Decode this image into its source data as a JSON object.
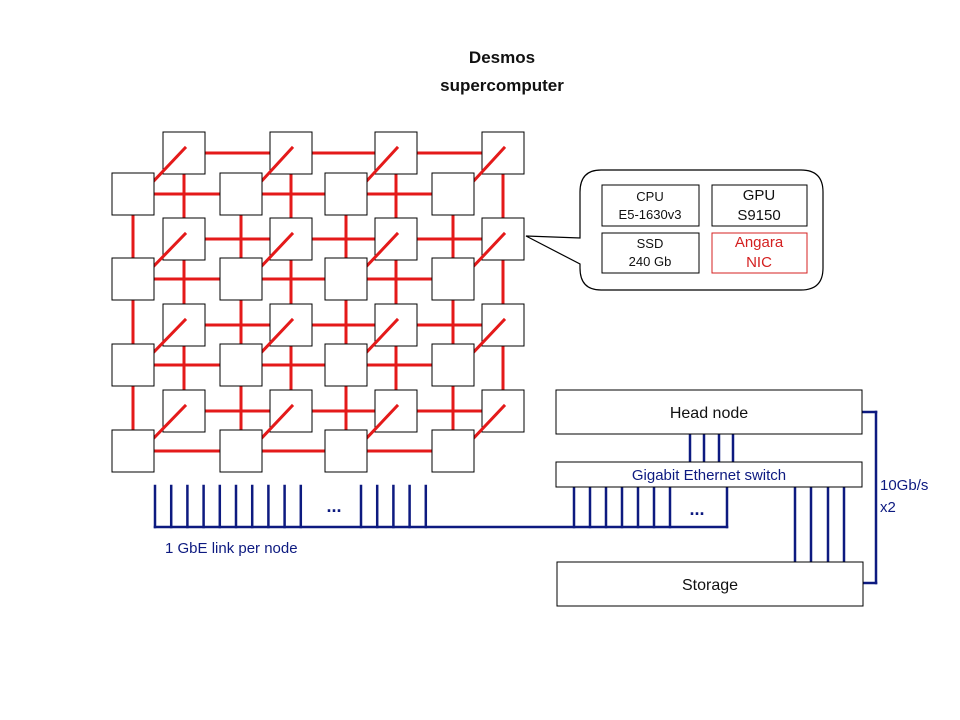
{
  "title": {
    "line1": "Desmos",
    "line2": "supercomputer"
  },
  "callout": {
    "cpu": {
      "line1": "CPU",
      "line2": "E5-1630v3"
    },
    "gpu": {
      "line1": "GPU",
      "line2": "S9150"
    },
    "ssd": {
      "line1": "SSD",
      "line2": "240 Gb"
    },
    "nic": {
      "line1": "Angara",
      "line2": "NIC"
    }
  },
  "infrastructure": {
    "head_node": "Head node",
    "switch": "Gigabit Ethernet switch",
    "storage": "Storage",
    "uplink": {
      "line1": "10Gb/s",
      "line2": "x2"
    }
  },
  "links": {
    "per_node_label": "1 GbE link per node",
    "ellipsis": "..."
  },
  "colors": {
    "interconnect": "#e41a1a",
    "ethernet": "#0d1a80",
    "nic_text": "#d42020",
    "box_stroke": "#000000"
  },
  "torus": {
    "rows": 4,
    "cols": 4,
    "layers": 2
  }
}
